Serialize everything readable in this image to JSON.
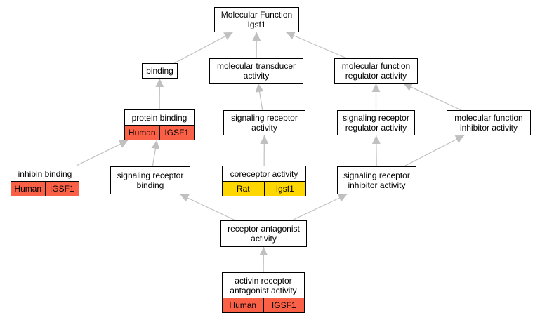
{
  "nodes": [
    {
      "id": "root",
      "label": "Molecular Function\nIgsf1",
      "cells": []
    },
    {
      "id": "binding",
      "label": "binding",
      "cells": []
    },
    {
      "id": "transducer",
      "label": "molecular transducer\nactivity",
      "cells": []
    },
    {
      "id": "regulator",
      "label": "molecular function\nregulator activity",
      "cells": []
    },
    {
      "id": "protein_binding",
      "label": "protein binding",
      "cells": [
        "Human",
        "IGSF1"
      ],
      "cell_color": "#fa6046"
    },
    {
      "id": "signaling_receptor_activity",
      "label": "signaling receptor\nactivity",
      "cells": []
    },
    {
      "id": "sr_regulator",
      "label": "signaling receptor\nregulator activity",
      "cells": []
    },
    {
      "id": "mf_inhibitor",
      "label": "molecular function\ninhibitor activity",
      "cells": []
    },
    {
      "id": "inhibin_binding",
      "label": "inhibin binding",
      "cells": [
        "Human",
        "IGSF1"
      ],
      "cell_color": "#fa6046"
    },
    {
      "id": "sr_binding",
      "label": "signaling receptor\nbinding",
      "cells": []
    },
    {
      "id": "coreceptor",
      "label": "coreceptor activity",
      "cells": [
        "Rat",
        "Igsf1"
      ],
      "cell_color": "#ffd700"
    },
    {
      "id": "sr_inhibitor",
      "label": "signaling receptor\ninhibitor activity",
      "cells": []
    },
    {
      "id": "receptor_antagonist",
      "label": "receptor antagonist\nactivity",
      "cells": []
    },
    {
      "id": "activin_antagonist",
      "label": "activin receptor\nantagonist activity",
      "cells": [
        "Human",
        "IGSF1"
      ],
      "cell_color": "#fa6046"
    }
  ],
  "edges": [
    {
      "from": "binding",
      "to": "root"
    },
    {
      "from": "transducer",
      "to": "root"
    },
    {
      "from": "regulator",
      "to": "root"
    },
    {
      "from": "protein_binding",
      "to": "binding"
    },
    {
      "from": "signaling_receptor_activity",
      "to": "transducer"
    },
    {
      "from": "sr_regulator",
      "to": "regulator"
    },
    {
      "from": "mf_inhibitor",
      "to": "regulator"
    },
    {
      "from": "inhibin_binding",
      "to": "protein_binding"
    },
    {
      "from": "sr_binding",
      "to": "protein_binding"
    },
    {
      "from": "coreceptor",
      "to": "signaling_receptor_activity"
    },
    {
      "from": "sr_inhibitor",
      "to": "sr_regulator"
    },
    {
      "from": "sr_inhibitor",
      "to": "mf_inhibitor"
    },
    {
      "from": "receptor_antagonist",
      "to": "sr_binding"
    },
    {
      "from": "receptor_antagonist",
      "to": "sr_inhibitor"
    },
    {
      "from": "activin_antagonist",
      "to": "receptor_antagonist"
    }
  ],
  "colors": {
    "edge": "#c0c0c0",
    "border": "#000000"
  }
}
